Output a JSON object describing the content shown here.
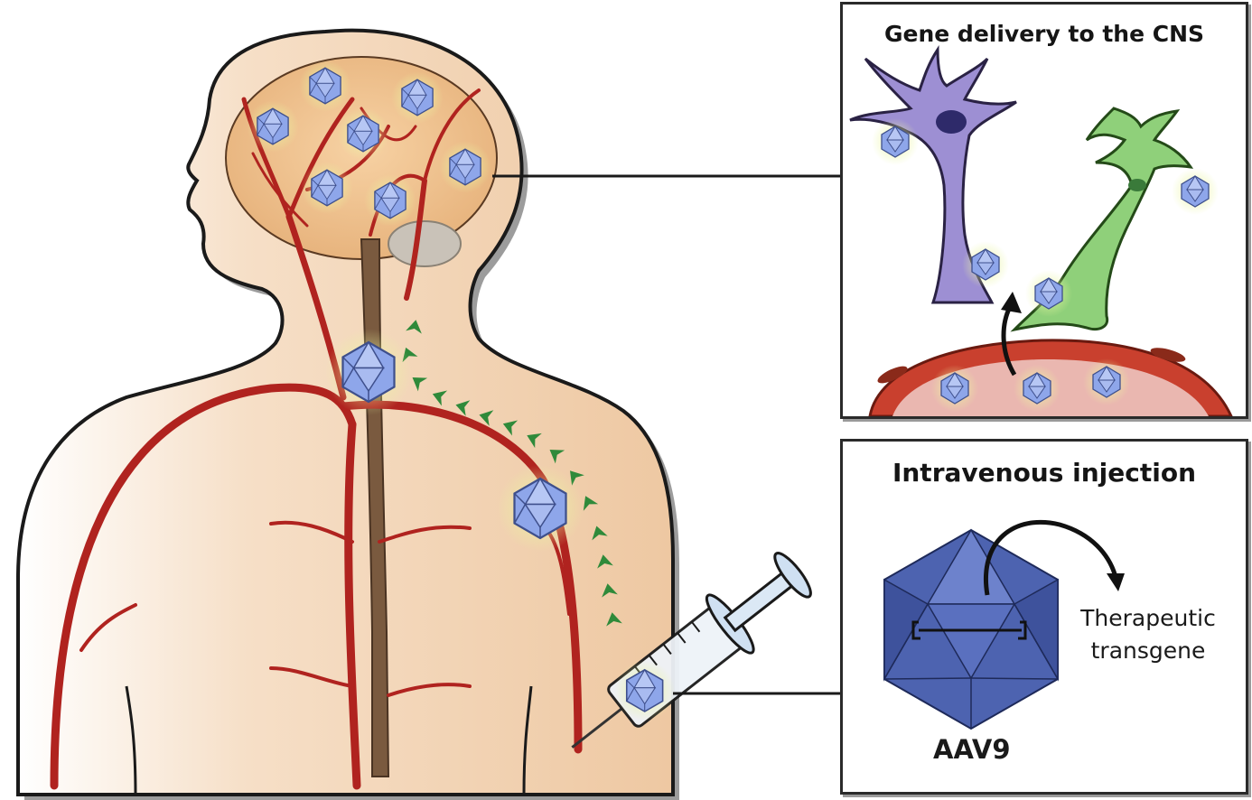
{
  "figure": {
    "panels": {
      "cns": {
        "title": "Gene delivery to the CNS"
      },
      "iv": {
        "title": "Intravenous injection"
      }
    },
    "labels": {
      "vector": "AAV9",
      "transgene_line1": "Therapeutic",
      "transgene_line2": "transgene"
    },
    "colors": {
      "vessel": "#b0231f",
      "skin": "#f2d2b2",
      "brain": "#efc089",
      "virus": "#7f98e0",
      "spinal_cord": "#7a5a3f",
      "transport_arrow": "#2f8a3a",
      "neuron": "#9d8fd3",
      "astrocyte": "#8fd07a",
      "aav_large": "#4d63b0"
    },
    "icons": [
      "syringe-icon",
      "virus-particle-icon",
      "neuron-icon",
      "astrocyte-icon",
      "blood-vessel-icon",
      "curved-arrow-icon"
    ]
  }
}
